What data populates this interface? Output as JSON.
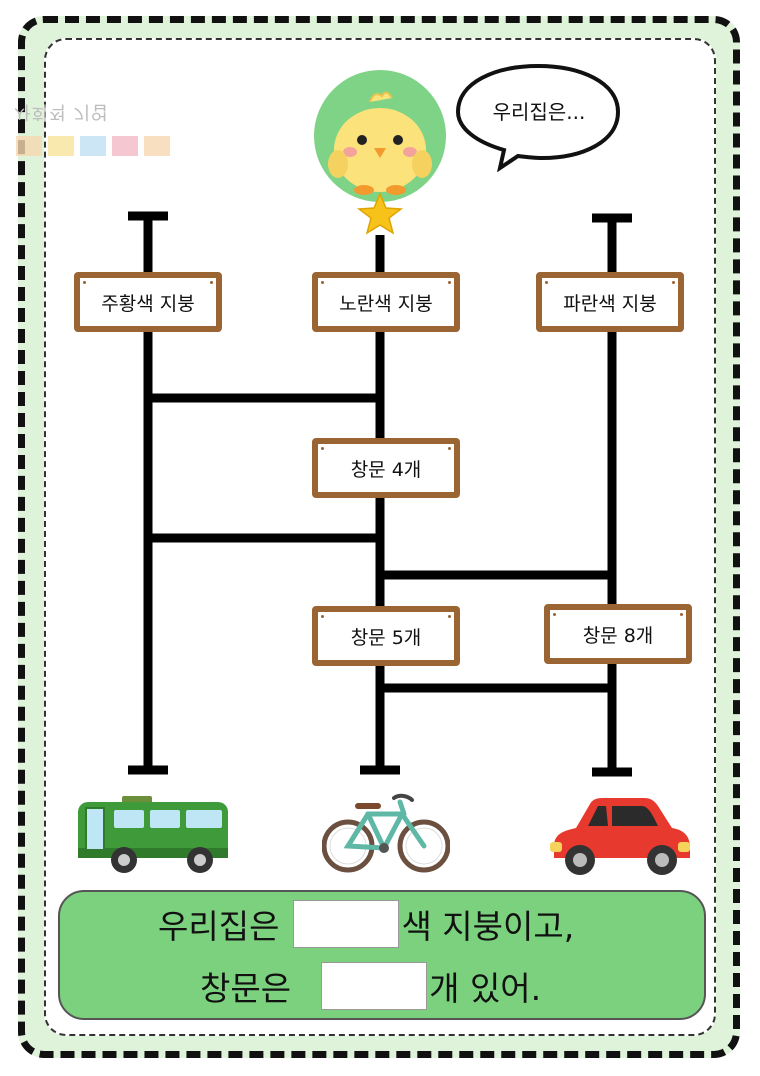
{
  "watermark": {
    "text": "사회적 기업"
  },
  "speech_bubble": {
    "text": "우리집은..."
  },
  "roof_signs": [
    {
      "label": "주황색 지붕"
    },
    {
      "label": "노란색 지붕"
    },
    {
      "label": "파란색 지붕"
    }
  ],
  "window_signs": [
    {
      "label": "창문 4개"
    },
    {
      "label": "창문 5개"
    },
    {
      "label": "창문 8개"
    }
  ],
  "vehicles": [
    {
      "icon": "bus-icon",
      "color": "#3f9b3a"
    },
    {
      "icon": "bicycle-icon",
      "color": "#5fb8a6"
    },
    {
      "icon": "car-icon",
      "color": "#e8392e"
    }
  ],
  "answer": {
    "line1_before": "우리집은",
    "line1_after": "색 지붕이고,",
    "line2_before": "창문은",
    "line2_after": "개 있어."
  },
  "colors": {
    "frame_bg": "#dff3da",
    "sign_border": "#9a6433",
    "answer_bg": "#7cd17e",
    "chick_circle": "#7fd387"
  }
}
